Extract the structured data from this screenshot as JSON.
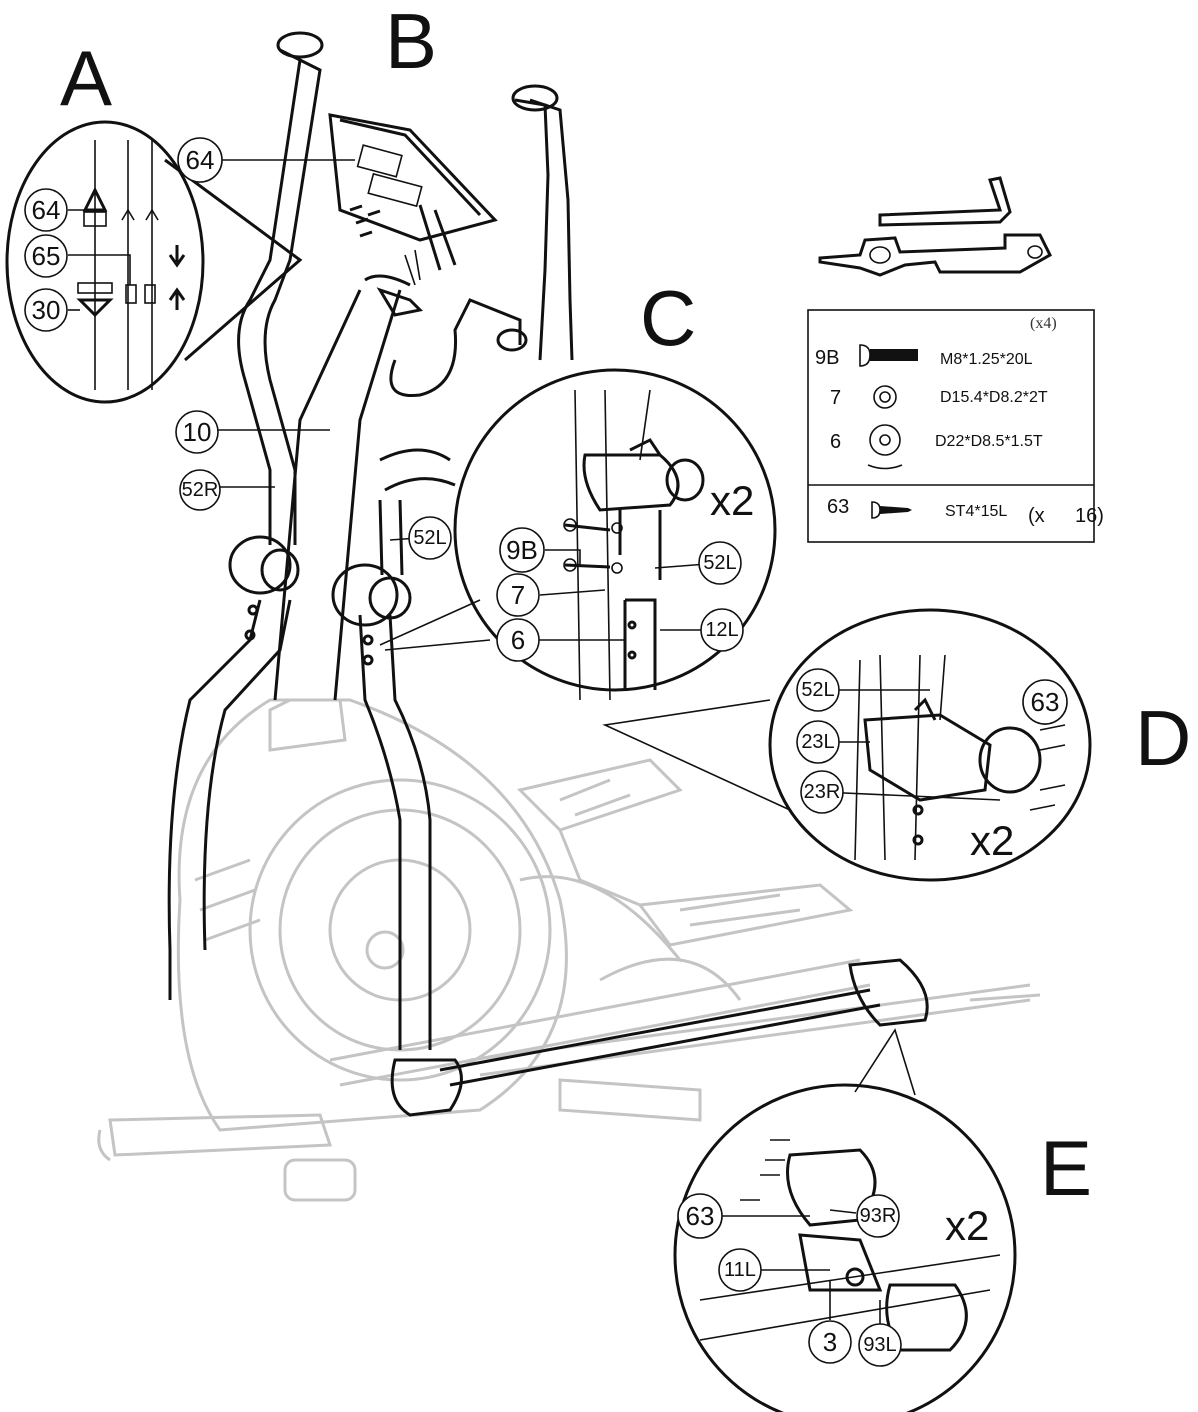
{
  "steps": {
    "A": "A",
    "B": "B",
    "C": "C",
    "D": "D",
    "E": "E"
  },
  "multipliers": {
    "C": "x2",
    "D": "x2",
    "E": "x2"
  },
  "part_labels": {
    "main": [
      "64",
      "10",
      "52R",
      "52L"
    ],
    "detail_a": [
      "64",
      "65",
      "30"
    ],
    "detail_c": [
      "9B",
      "7",
      "6",
      "52L",
      "12L"
    ],
    "detail_d": [
      "52L",
      "23L",
      "23R",
      "63"
    ],
    "detail_e": [
      "63",
      "93R",
      "11L",
      "3",
      "93L"
    ]
  },
  "hardware_table": {
    "quantity_header": "(x4)",
    "rows": [
      {
        "part": "9B",
        "spec": "M8*1.25*20L",
        "icon": "bolt-icon"
      },
      {
        "part": "7",
        "spec": "D15.4*D8.2*2T",
        "icon": "spring-washer-icon"
      },
      {
        "part": "6",
        "spec": "D22*D8.5*1.5T",
        "icon": "flat-washer-icon"
      },
      {
        "part": "63",
        "spec": "ST4*15L",
        "qty_open": "(x",
        "qty_value": "16)",
        "icon": "screw-icon"
      }
    ]
  },
  "tools": [
    "allen-key-icon",
    "spanner-icon"
  ]
}
